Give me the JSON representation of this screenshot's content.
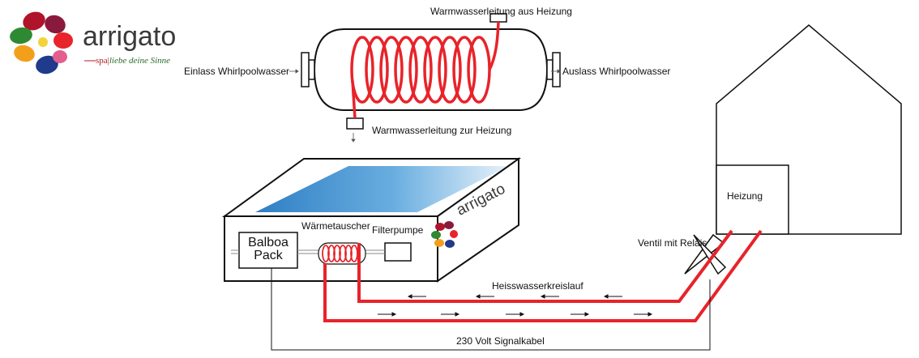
{
  "logo": {
    "brand": "arrigato",
    "tagline_spa": "spa",
    "tagline_sub": "liebe deine Sinne"
  },
  "heat_exchanger": {
    "hot_in": "Warmwasserleitung aus Heizung",
    "hot_out": "Warmwasserleitung zur Heizung",
    "inlet": "Einlass Whirlpoolwasser",
    "outlet": "Auslass Whirlpoolwasser"
  },
  "spa": {
    "balboa": "Balboa Pack",
    "exchanger": "Wärmetauscher",
    "pump": "Filterpumpe",
    "brand": "arrigato"
  },
  "house": {
    "heating": "Heizung"
  },
  "circuit": {
    "valve": "Ventil mit Relais",
    "loop": "Heisswasserkreislauf",
    "cable": "230 Volt Signalkabel"
  },
  "colors": {
    "pipe_red": "#e8232a",
    "water_blue": "#3a8fd0"
  }
}
